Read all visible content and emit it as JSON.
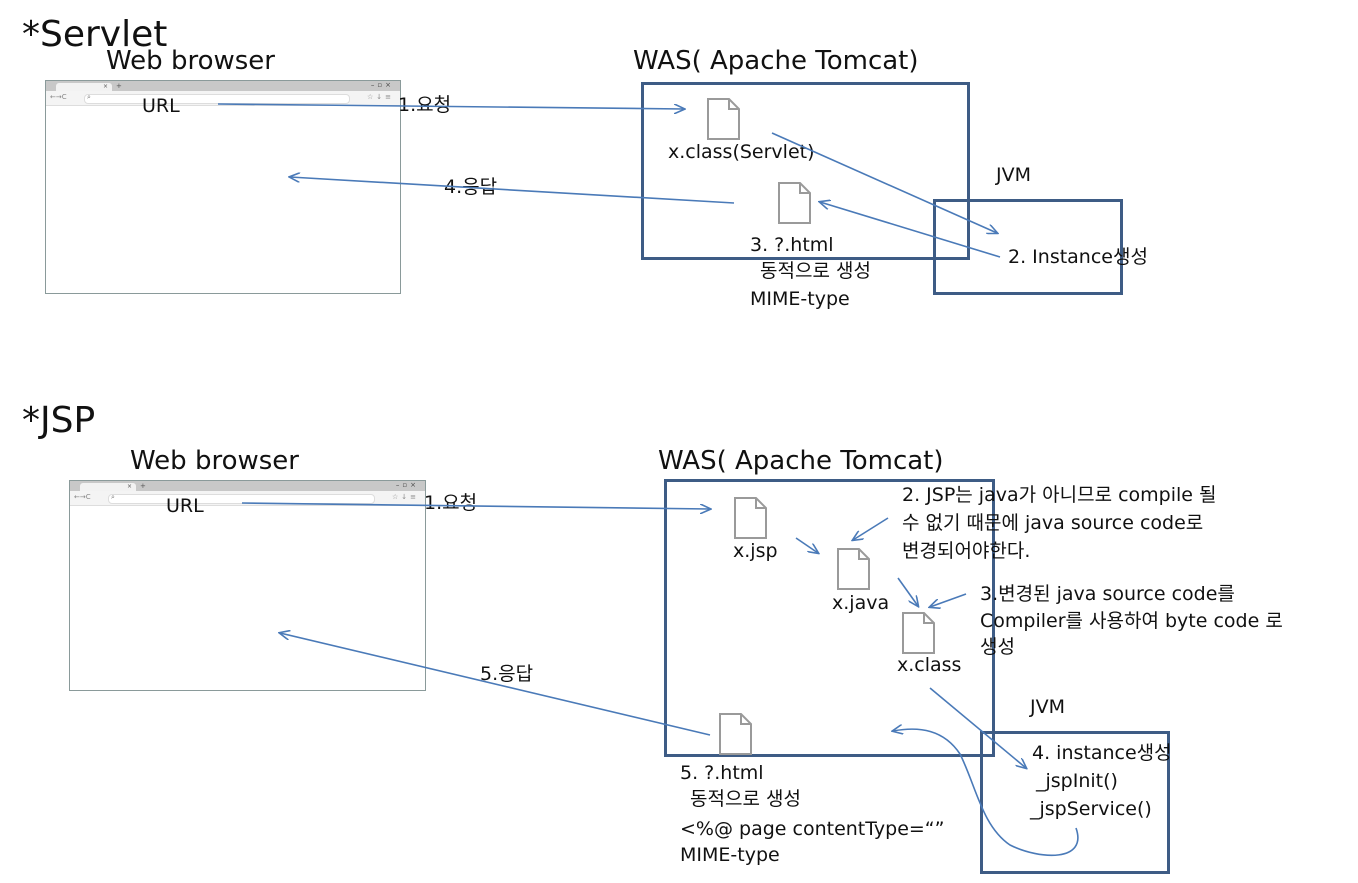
{
  "servlet": {
    "title": "*Servlet",
    "browser_title": "Web browser",
    "url_label": "URL",
    "was_title": "WAS( Apache Tomcat)",
    "jvm_label": "JVM",
    "step1": "1.요청",
    "step2": "2. Instance생성",
    "step4": "4.응답",
    "file_class": "x.class(Servlet)",
    "step3_line1": "3. ?.html",
    "step3_line2": "동적으로 생성",
    "step3_line3": "MIME-type"
  },
  "jsp": {
    "title": "*JSP",
    "browser_title": "Web browser",
    "url_label": "URL",
    "was_title": "WAS( Apache Tomcat)",
    "jvm_label": "JVM",
    "step1": "1.요청",
    "step5": "5.응답",
    "file_jsp": "x.jsp",
    "file_java": "x.java",
    "file_class": "x.class",
    "step2_line1": "2. JSP는 java가 아니므로 compile 될",
    "step2_line2": "수 없기 때문에 java source code로",
    "step2_line3": "변경되어야한다.",
    "step3_line1": "3.변경된 java source code를",
    "step3_line2": "Compiler를 사용하여 byte code 로",
    "step3_line3": "생성",
    "step4_line1": "4. instance생성",
    "step4_line2": "_jspInit()",
    "step4_line3": "_jspService()",
    "step5_line1": "5. ?.html",
    "step5_line2": "동적으로 생성",
    "step5_line3": "<%@ page contentType=“”",
    "step5_line4": "MIME-type"
  },
  "colors": {
    "box_border": "#3e5c85",
    "arrow": "#4a7ab8",
    "file_stroke": "#9a9a9a"
  }
}
